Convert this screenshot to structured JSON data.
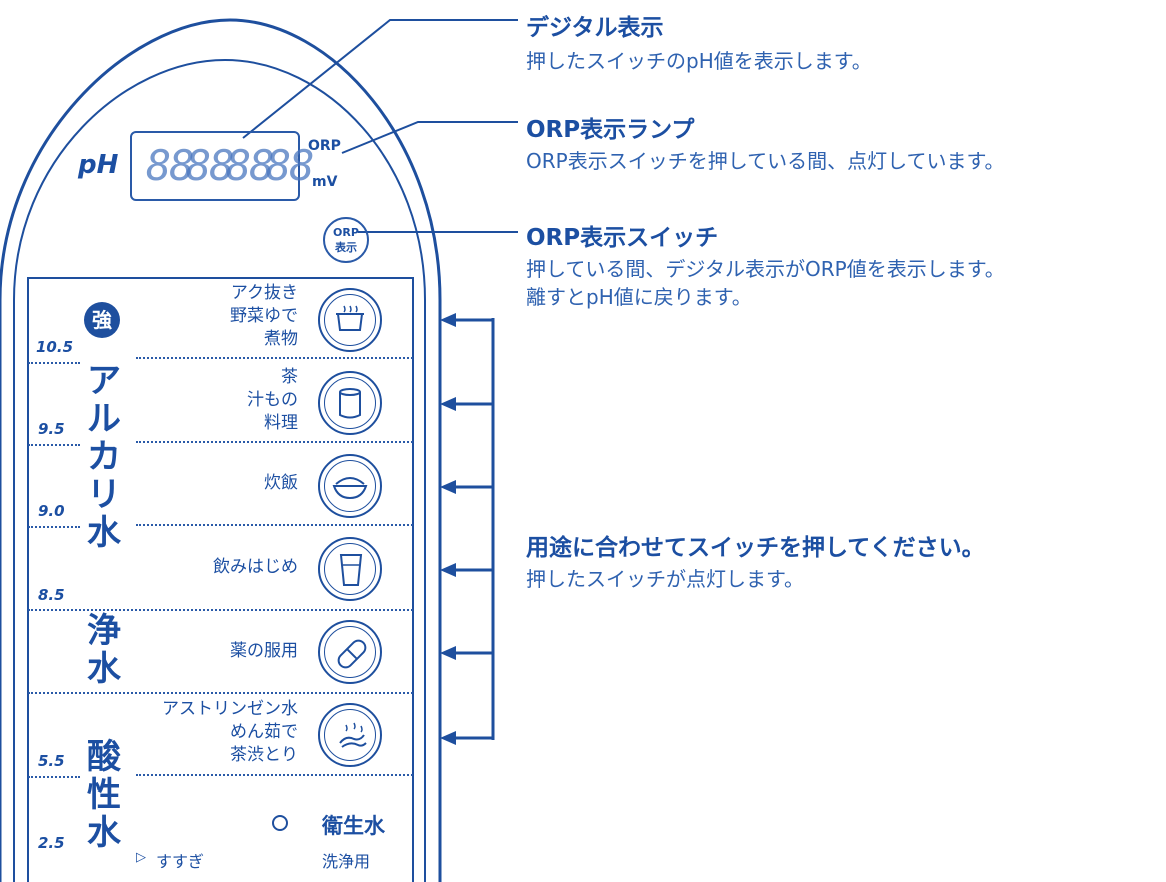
{
  "panel": {
    "ph_label": "pH",
    "lcd_digits": [
      "88",
      "88",
      "88",
      "88"
    ],
    "orp_lamp_label": "ORP",
    "mv_label": "mV",
    "orp_button": {
      "line1": "ORP",
      "line2": "表示"
    }
  },
  "callouts": {
    "digital": {
      "title": "デジタル表示",
      "desc": "押したスイッチのpH値を表示します。"
    },
    "orp_lamp": {
      "title": "ORP表示ランプ",
      "desc": "ORP表示スイッチを押している間、点灯しています。"
    },
    "orp_switch": {
      "title": "ORP表示スイッチ",
      "desc1": "押している間、デジタル表示がORP値を表示します。",
      "desc2": "離すとpH値に戻ります。"
    },
    "usage": {
      "title": "用途に合わせてスイッチを押してください。",
      "desc": "押したスイッチが点灯します。"
    }
  },
  "strong_badge": "強",
  "categories": {
    "alkaline": [
      "ア",
      "ル",
      "カ",
      "リ",
      "水"
    ],
    "purified": [
      "浄",
      "水"
    ],
    "acidic": [
      "酸",
      "性",
      "水"
    ]
  },
  "ph_values": [
    "10.5",
    "9.5",
    "9.0",
    "8.5",
    "5.5",
    "2.5"
  ],
  "switches": [
    {
      "lines": [
        "アク抜き",
        "野菜ゆで",
        "煮物"
      ],
      "icon": "pot-icon"
    },
    {
      "lines": [
        "茶",
        "汁もの",
        "料理"
      ],
      "icon": "cup-icon"
    },
    {
      "lines": [
        "炊飯"
      ],
      "icon": "rice-bowl-icon"
    },
    {
      "lines": [
        "飲みはじめ"
      ],
      "icon": "glass-icon"
    },
    {
      "lines": [
        "薬の服用"
      ],
      "icon": "pill-icon"
    },
    {
      "lines": [
        "アストリンゼン水",
        "めん茹で",
        "茶渋とり"
      ],
      "icon": "hands-washing-icon"
    }
  ],
  "sanitize": {
    "title": "衛生水",
    "sub": "洗浄用",
    "rinse": "すすぎ"
  }
}
